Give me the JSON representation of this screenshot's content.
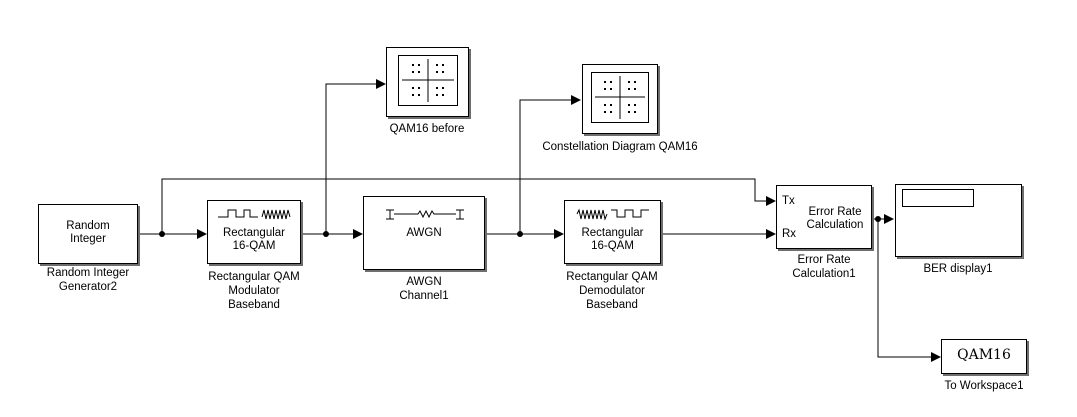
{
  "blocks": {
    "random_integer": {
      "inner_line1": "Random",
      "inner_line2": "Integer",
      "caption_line1": "Random Integer",
      "caption_line2": "Generator2"
    },
    "qam_mod": {
      "inner_line1": "Rectangular",
      "inner_line2": "16-QAM",
      "caption_line1": "Rectangular QAM",
      "caption_line2": "Modulator",
      "caption_line3": "Baseband"
    },
    "awgn": {
      "inner": "AWGN",
      "caption_line1": "AWGN",
      "caption_line2": "Channel1"
    },
    "qam_demod": {
      "inner_line1": "Rectangular",
      "inner_line2": "16-QAM",
      "caption_line1": "Rectangular QAM",
      "caption_line2": "Demodulator",
      "caption_line3": "Baseband"
    },
    "error_rate": {
      "inner_line1": "Error Rate",
      "inner_line2": "Calculation",
      "port_tx": "Tx",
      "port_rx": "Rx",
      "caption_line1": "Error Rate",
      "caption_line2": "Calculation1"
    },
    "ber_display": {
      "caption": "BER display1"
    },
    "scope_before": {
      "caption": "QAM16 before"
    },
    "scope_after": {
      "caption": "Constellation Diagram QAM16"
    },
    "to_workspace": {
      "inner": "QAM16",
      "caption": "To Workspace1"
    }
  }
}
